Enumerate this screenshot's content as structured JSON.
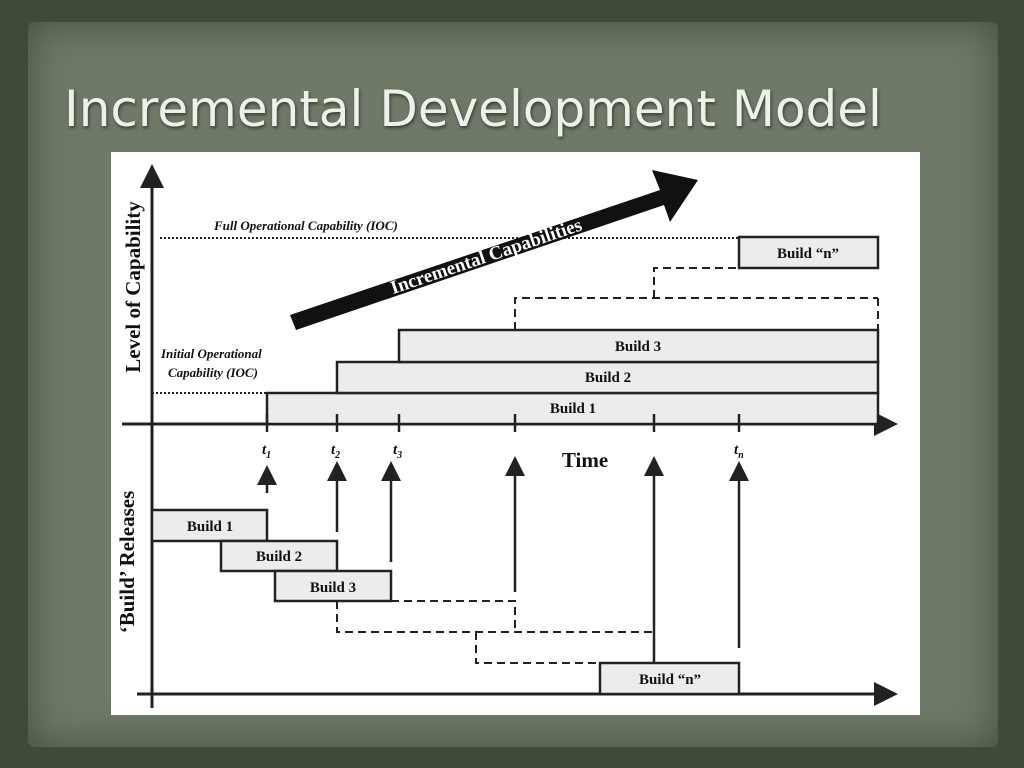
{
  "slide": {
    "title": "Incremental Development Model",
    "background_color": "#6e7967",
    "border_color": "#3f4b3a",
    "title_color": "#eef1ea"
  },
  "diagram": {
    "y_axis_upper": "Level of Capability",
    "y_axis_lower": "‘Build’ Releases",
    "x_axis": "Time",
    "foc_label": "Full  Operational Capability (IOC)",
    "ioc_label_line1": "Initial Operational",
    "ioc_label_line2": "Capability (IOC)",
    "arrow_label": "Incremental Capabilities",
    "time_marks": [
      {
        "t": "t",
        "sub": "1"
      },
      {
        "t": "t",
        "sub": "2"
      },
      {
        "t": "t",
        "sub": "3"
      },
      {
        "t": "t",
        "sub": "n"
      }
    ],
    "capability_builds": [
      "Build 1",
      "Build 2",
      "Build 3",
      "Build “n”"
    ],
    "release_builds": [
      "Build 1",
      "Build 2",
      "Build 3",
      "Build “n”"
    ]
  }
}
